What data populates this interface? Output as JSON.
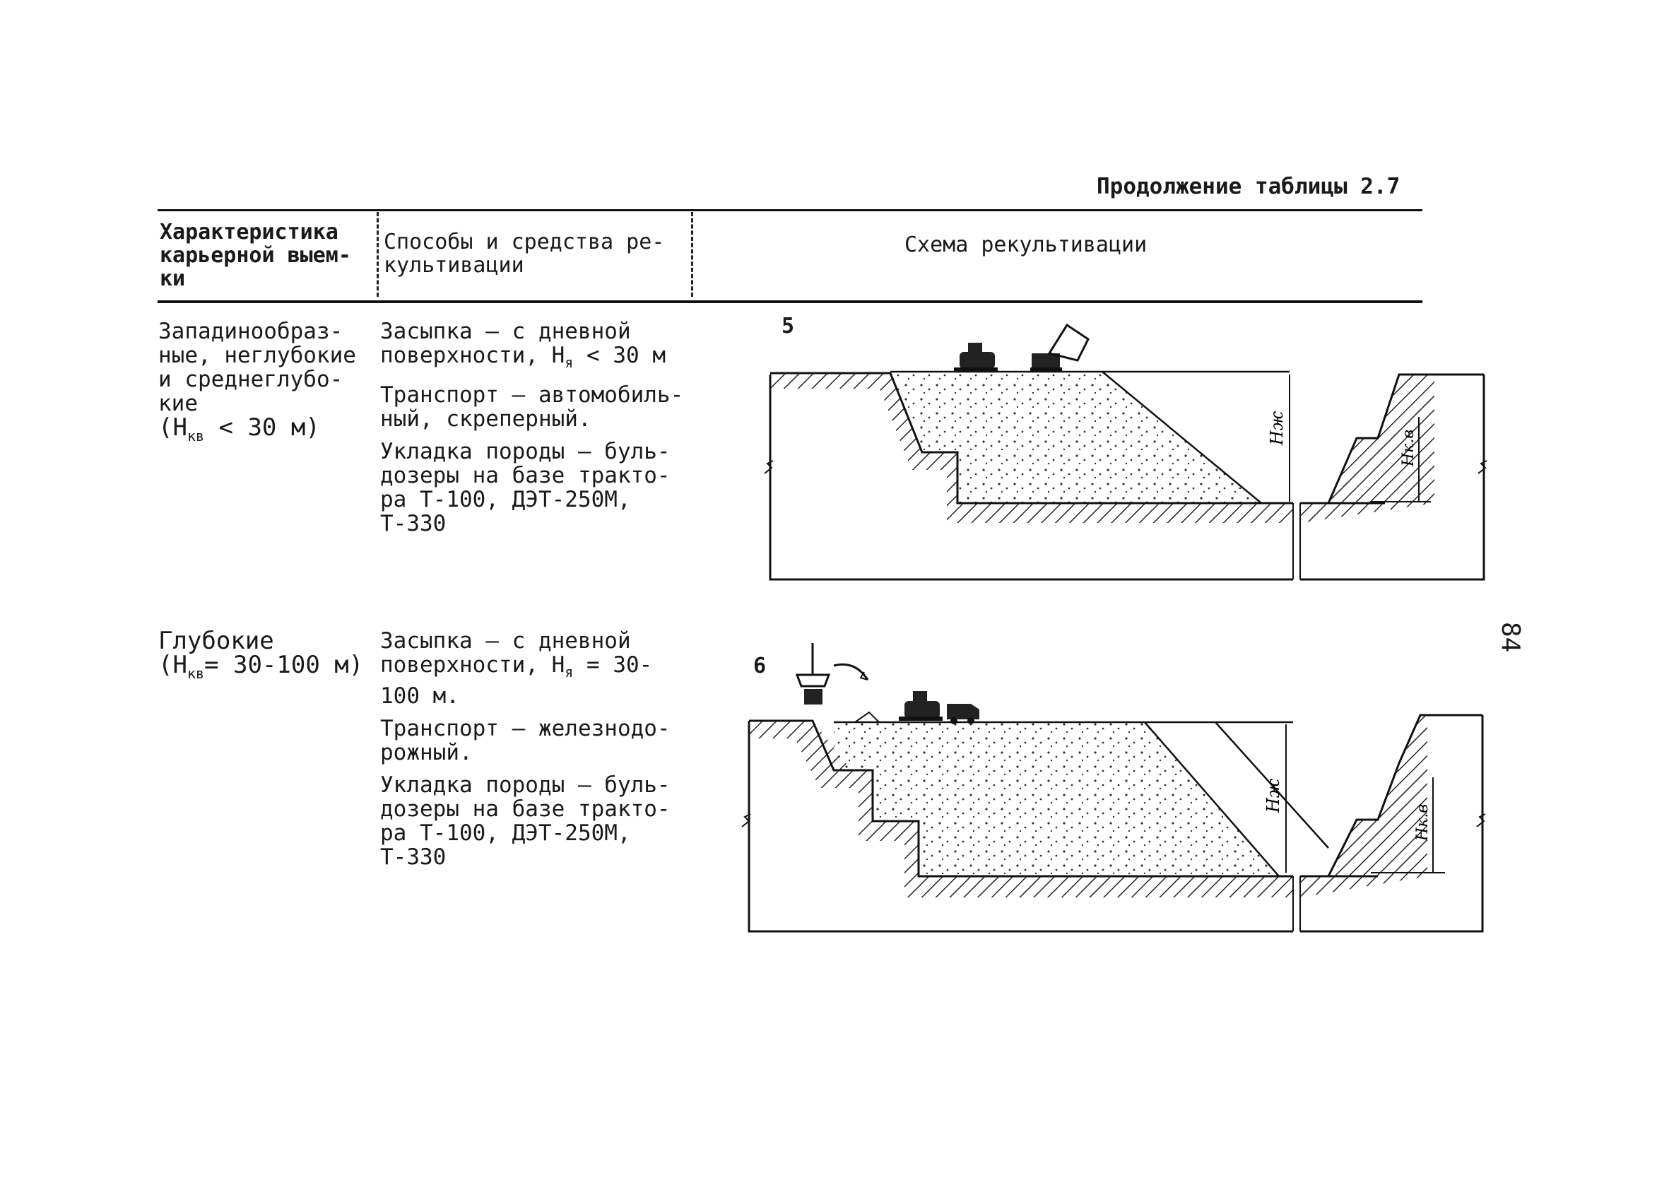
{
  "header": {
    "title": "Продолжение таблицы 2.7"
  },
  "columns": {
    "col1": [
      "Характеристика",
      "карьерной выем-",
      "ки"
    ],
    "col2": [
      "Способы и средства ре-",
      "культивации"
    ],
    "col3": "Схема рекультивации"
  },
  "rows": [
    {
      "number": "5",
      "characteristic": {
        "lines": [
          "Западинообраз-",
          "ные, неглубокие",
          "и среднеглубо-",
          "кие"
        ],
        "formula_pre": "(H",
        "formula_sub": "кв",
        "formula_post": " < 30 м)"
      },
      "methods": [
        {
          "pre": "Засыпка – с дневной поверхности, H",
          "sub": "я",
          "post": " < 30 м"
        },
        {
          "pre": "Транспорт – автомобиль-ный, скреперный.",
          "sub": "",
          "post": ""
        },
        {
          "pre": "Укладка породы – буль-дозеры на базе тракто-ра Т-100, ДЭТ-250М, Т-330",
          "sub": "",
          "post": ""
        }
      ],
      "labels": {
        "h_main": "Hж",
        "h_side": "Hк.в"
      }
    },
    {
      "number": "6",
      "characteristic": {
        "lines": [
          "Глубокие"
        ],
        "formula_pre": "(H",
        "formula_sub": "кв",
        "formula_post": "= 30-100 м)"
      },
      "methods": [
        {
          "pre": "Засыпка – с дневной поверхности, H",
          "sub": "я",
          "post": " = 30-100 м."
        },
        {
          "pre": "Транспорт – железнодо-рожный.",
          "sub": "",
          "post": ""
        },
        {
          "pre": "Укладка породы – буль-дозеры на базе тракто-ра Т-100, ДЭТ-250М, Т-330",
          "sub": "",
          "post": ""
        }
      ],
      "labels": {
        "h_main": "Hж",
        "h_side": "Hк.в"
      }
    }
  ],
  "page_number": "84",
  "icons": [
    "bulldozer-icon",
    "excavator-icon",
    "dump-truck-icon",
    "crane-icon"
  ]
}
